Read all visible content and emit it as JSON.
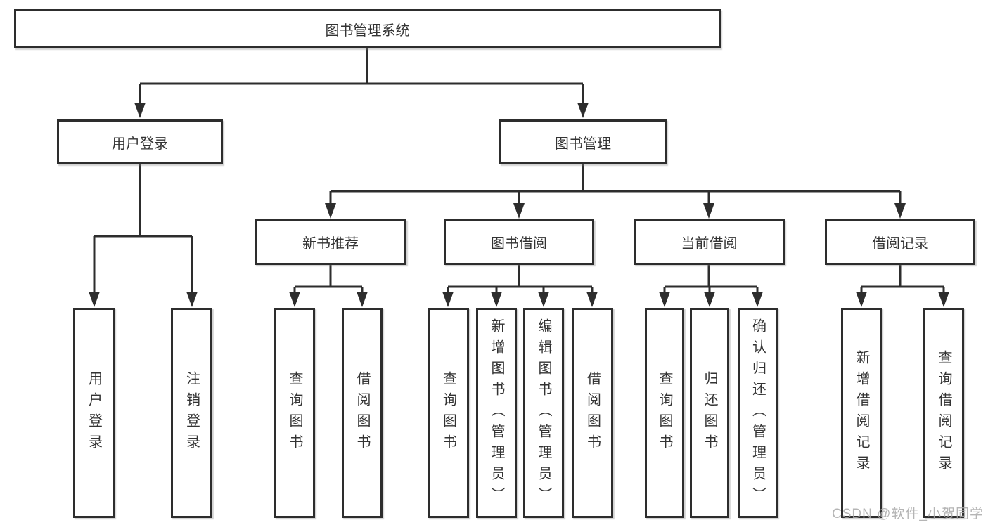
{
  "colors": {
    "line": "#2d2d2d",
    "box_border": "#2d2d2d",
    "text": "#333333",
    "background": "#ffffff",
    "watermark": "#a8a8a8"
  },
  "diagram": {
    "root": {
      "label": "图书管理系统"
    },
    "branches": [
      {
        "label": "用户登录",
        "children": [
          {
            "label": "用户登录"
          },
          {
            "label": "注销登录"
          }
        ]
      },
      {
        "label": "图书管理",
        "children": [
          {
            "label": "新书推荐",
            "children": [
              {
                "label": "查询图书"
              },
              {
                "label": "借阅图书"
              }
            ]
          },
          {
            "label": "图书借阅",
            "children": [
              {
                "label": "查询图书"
              },
              {
                "label": "新增图书（管理员）"
              },
              {
                "label": "编辑图书（管理员）"
              },
              {
                "label": "借阅图书"
              }
            ]
          },
          {
            "label": "当前借阅",
            "children": [
              {
                "label": "查询图书"
              },
              {
                "label": "归还图书"
              },
              {
                "label": "确认归还（管理员）"
              }
            ]
          },
          {
            "label": "借阅记录",
            "children": [
              {
                "label": "新增借阅记录"
              },
              {
                "label": "查询借阅记录"
              }
            ]
          }
        ]
      }
    ]
  },
  "watermark": {
    "text": "CSDN @软件_小贺同学"
  }
}
